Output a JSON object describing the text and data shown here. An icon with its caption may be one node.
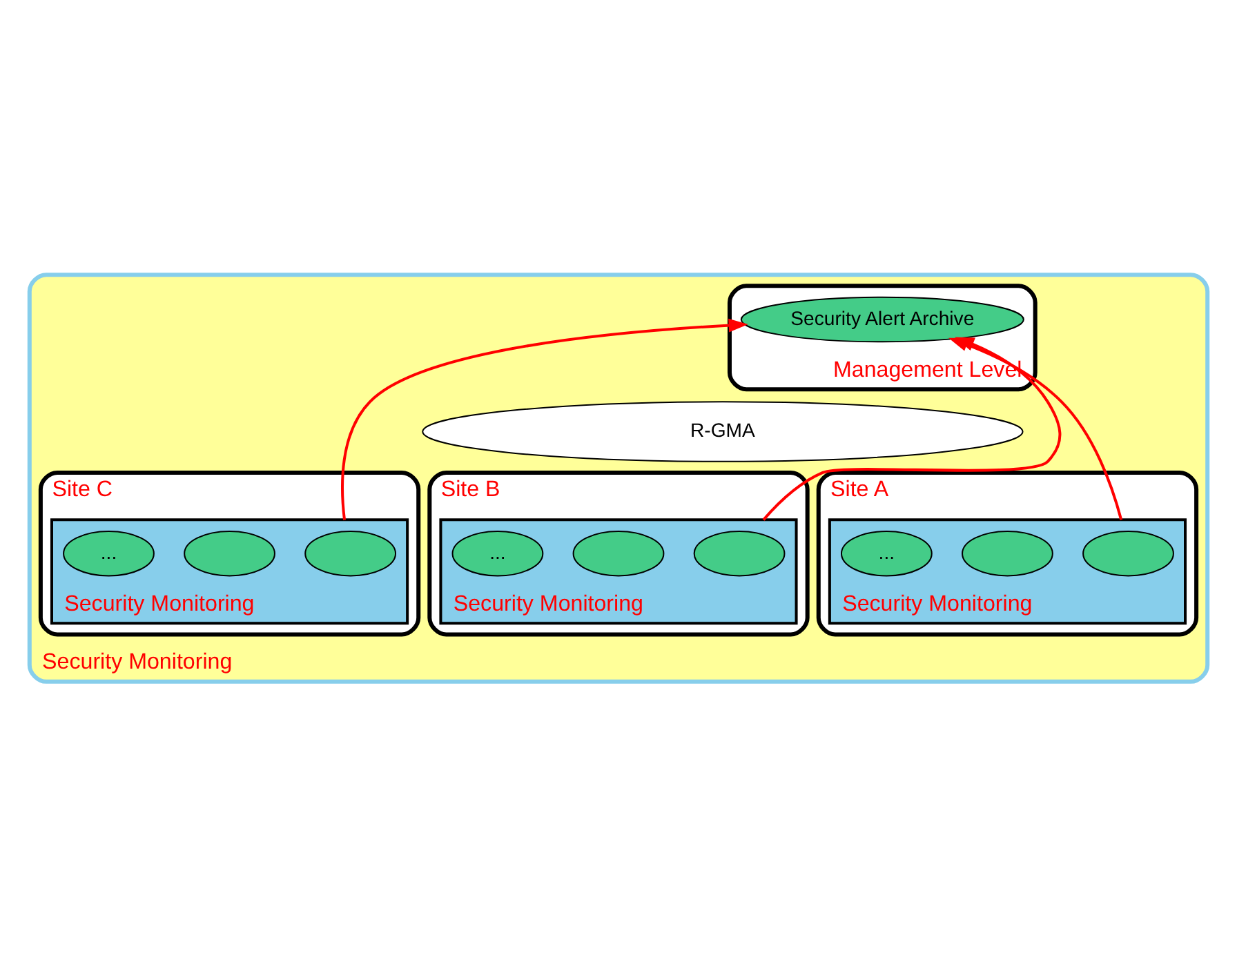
{
  "diagram": {
    "nodes": [
      {
        "text": [
          "Security Monitoring"
        ]
      },
      {
        "text": [],
        "shape": "ellipse",
        "in": 0,
        "beside": [
          "Management Level"
        ]
      },
      {
        "text": [
          "Security Alert Archive"
        ],
        "in": 1
      },
      {
        "text": [
          "R-GMA"
        ],
        "in": 0
      },
      {
        "text": [
          "Site A"
        ],
        "in": 0
      },
      {
        "text": [
          "Security Monitoring"
        ],
        "in": 4
      },
      {
        "text": [],
        "shape": "ellipse",
        "in": 5
      },
      {
        "text": [],
        "shape": "ellipse",
        "in": 5
      },
      {
        "text": [
          "..."
        ],
        "in": 5
      },
      {
        "text": [
          "Site B"
        ],
        "in": 0
      },
      {
        "text": [
          "Security Monitoring"
        ],
        "in": 9
      },
      {
        "text": [],
        "shape": "ellipse",
        "in": 10
      },
      {
        "text": [],
        "shape": "ellipse",
        "in": 10
      },
      {
        "text": [
          "..."
        ],
        "in": 10
      },
      {
        "text": [
          "Site C"
        ],
        "in": 0
      },
      {
        "text": [
          "Security Monitoring"
        ],
        "in": 14
      },
      {
        "text": [],
        "shape": "ellipse",
        "in": 15
      },
      {
        "text": [],
        "shape": "ellipse",
        "in": 15
      },
      {
        "text": [
          "..."
        ],
        "in": 15
      }
    ],
    "edges": [
      {
        "from": 5,
        "to": 2,
        "arrow": "to",
        "color": "#ff0000"
      },
      {
        "from": 15,
        "to": 2,
        "arrow": "to",
        "color": "#ff0000"
      },
      {
        "from": 10,
        "to": 2,
        "arrow": "to",
        "color": "#ff0000"
      }
    ]
  }
}
